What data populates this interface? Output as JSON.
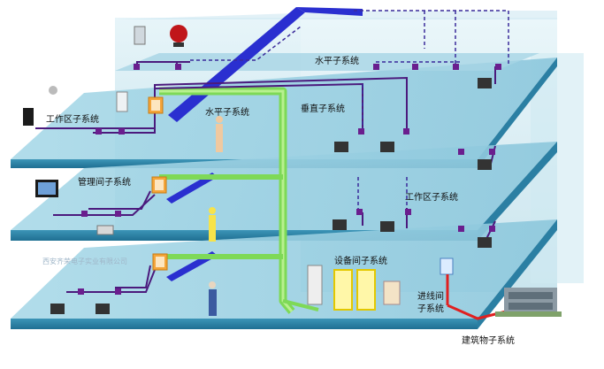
{
  "labels": {
    "horizontal_top": "水平子系统",
    "horizontal_mid": "水平子系统",
    "vertical": "垂直子系统",
    "work_area_left": "工作区子系统",
    "work_area_right": "工作区子系统",
    "management": "管理间子系统",
    "equipment": "设备间子系统",
    "entrance_line1": "进线间",
    "entrance_line2": "子系统",
    "building": "建筑物子系统"
  },
  "watermark": "西安齐荣电子实业有限公司",
  "colors": {
    "floor_top": "#bfe3ee",
    "floor_edge": "#3f9bbd",
    "wall": "#d7eef5",
    "cable_purple": "#5a1f88",
    "cable_blue": "#2028d8",
    "cable_green": "#7ed957",
    "cable_red": "#e02020",
    "dashed": "#3a2a9a"
  }
}
